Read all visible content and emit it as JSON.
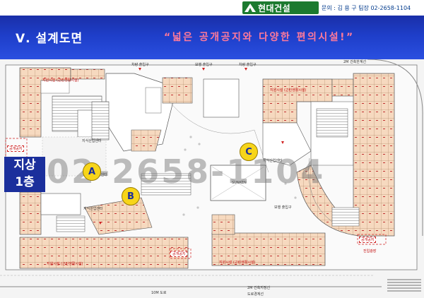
{
  "header": {
    "brand": "현대건설",
    "contact": "문의 : 김 용 구 팀장 02-2658-1104"
  },
  "title": {
    "section": "Ⅴ. 설계도면",
    "slogan": "“넓은 공개공지와 다양한 편의시설!”"
  },
  "plan": {
    "floor_badge_line1": "지상",
    "floor_badge_line2": "1층",
    "watermark": "02-2658-1104",
    "zones": [
      "A",
      "B",
      "C"
    ],
    "labels": {
      "vehicle_exit_in_left": "차량 출입구",
      "vehicle_exit_in_mid": "차량 출입구",
      "pedestrian_entrance": "보행 출입구",
      "pedestrian_entrance_2": "보행 출입구",
      "building_line_2m_top": "2M 건축한계선",
      "open_space_left": "공개공지",
      "open_space_mid": "공개공지",
      "open_space_right": "공개공지",
      "knowledge_center_1": "지식산업센터",
      "knowledge_center_2": "지식산업센터",
      "knowledge_center_3": "지식산업센터",
      "knowledge_center_4": "지식산업센터",
      "support_facility_1": "지원시설 (근린생활시설)",
      "support_facility_2": "지원시설 (근린생활시설)",
      "support_facility_3": "지원시설 (근린생활시설)",
      "support_facility_4": "지원시설 (근린생활시설)",
      "sunken": "SUNKEN",
      "entry_plaza": "진입광장",
      "road_10m": "10M 도로",
      "building_line_2m_bottom": "2M 건축지정선",
      "road_boundary": "도로경계선"
    }
  },
  "colors": {
    "title_bar": "#1e3ec9",
    "slogan": "#ff7a9a",
    "brand_green": "#1c7a2f",
    "unit_fill": "#f6d9bf",
    "zone_fill": "#f7d51a",
    "badge_fill": "#1b2f9c"
  }
}
